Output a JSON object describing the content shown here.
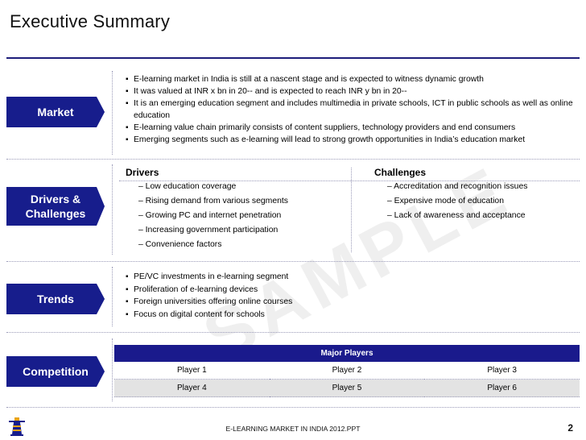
{
  "title": "Executive Summary",
  "watermark": "SAMPLE",
  "market": {
    "label": "Market",
    "bullets": [
      "E-learning market in India is still at a nascent stage and is expected to witness dynamic growth",
      "It was valued at INR x bn in 20-- and is expected to reach INR y bn in 20--",
      "It is an emerging education segment and includes multimedia in private schools, ICT in public schools as well as online education",
      "E-learning value chain primarily consists of content suppliers, technology providers and end consumers",
      "Emerging segments such as e-learning will lead to strong growth opportunities in India’s education market"
    ]
  },
  "drivers_challenges": {
    "label_line1": "Drivers &",
    "label_line2": "Challenges",
    "drivers_heading": "Drivers",
    "challenges_heading": "Challenges",
    "drivers": [
      "– Low education coverage",
      "– Rising demand from various segments",
      "– Growing PC and internet penetration",
      "– Increasing government participation",
      "– Convenience factors"
    ],
    "challenges": [
      "– Accreditation and recognition issues",
      "– Expensive mode of education",
      "– Lack of awareness and acceptance"
    ]
  },
  "trends": {
    "label": "Trends",
    "bullets": [
      "PE/VC investments in e-learning segment",
      "Proliferation of e-learning devices",
      "Foreign universities offering online courses",
      "Focus on digital content for schools"
    ]
  },
  "competition": {
    "label": "Competition",
    "header": "Major Players",
    "rows": [
      [
        "Player 1",
        "Player 2",
        "Player 3"
      ],
      [
        "Player 4",
        "Player 5",
        "Player 6"
      ]
    ]
  },
  "footer": {
    "text": "E-LEARNING MARKET IN INDIA 2012.PPT",
    "page": "2"
  },
  "colors": {
    "accent": "#171d8c",
    "row_shade": "#e3e3e3"
  }
}
